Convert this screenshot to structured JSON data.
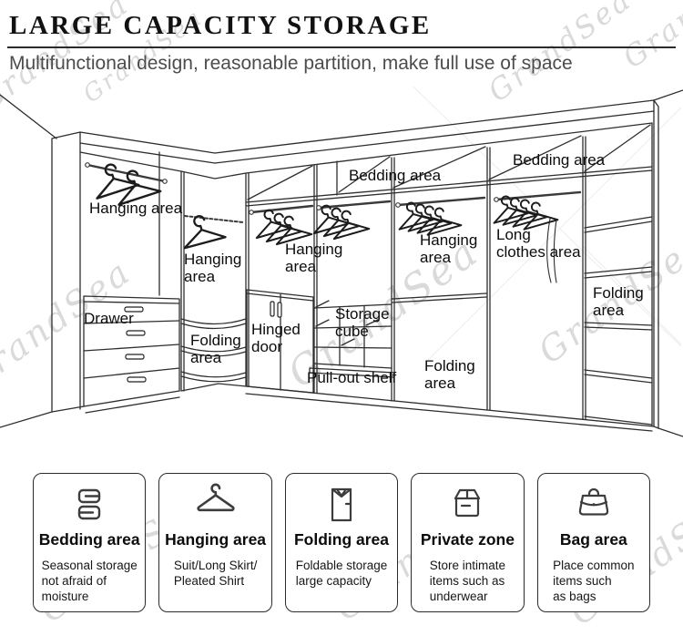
{
  "header": {
    "title": "LARGE CAPACITY STORAGE",
    "subtitle": "Multifunctional design, reasonable partition, make full use of space"
  },
  "watermark": {
    "text": "GrandSea"
  },
  "diagram": {
    "labels": [
      {
        "name": "hanging-area-left",
        "text": "Hanging area"
      },
      {
        "name": "hanging-area-corner",
        "text": "Hanging\narea"
      },
      {
        "name": "bedding-area-left",
        "text": "Bedding area"
      },
      {
        "name": "hanging-area-mid-left",
        "text": "Hanging\narea"
      },
      {
        "name": "hanging-area-mid-right",
        "text": "Hanging\narea"
      },
      {
        "name": "bedding-area-right",
        "text": "Bedding area"
      },
      {
        "name": "long-clothes-area",
        "text": "Long\nclothes area"
      },
      {
        "name": "folding-area-right",
        "text": "Folding\narea"
      },
      {
        "name": "drawer",
        "text": "Drawer"
      },
      {
        "name": "folding-area-corner",
        "text": "Folding\narea"
      },
      {
        "name": "hinged-door",
        "text": "Hinged\ndoor"
      },
      {
        "name": "storage-cube",
        "text": "Storage\ncube"
      },
      {
        "name": "pull-out-shelf",
        "text": "Pull-out shelf"
      },
      {
        "name": "folding-area-mid",
        "text": "Folding\narea"
      }
    ]
  },
  "features": [
    {
      "icon": "bedding-icon",
      "title": "Bedding area",
      "description": "Seasonal storage\nnot afraid of\nmoisture"
    },
    {
      "icon": "hanger-icon",
      "title": "Hanging area",
      "description": "Suit/Long Skirt/\nPleated Shirt"
    },
    {
      "icon": "shirt-icon",
      "title": "Folding area",
      "description": "Foldable storage\nlarge capacity"
    },
    {
      "icon": "box-icon",
      "title": "Private zone",
      "description": "Store intimate\nitems such as\nunderwear"
    },
    {
      "icon": "bag-icon",
      "title": "Bag area",
      "description": "Place common\nitems such\nas bags"
    }
  ]
}
